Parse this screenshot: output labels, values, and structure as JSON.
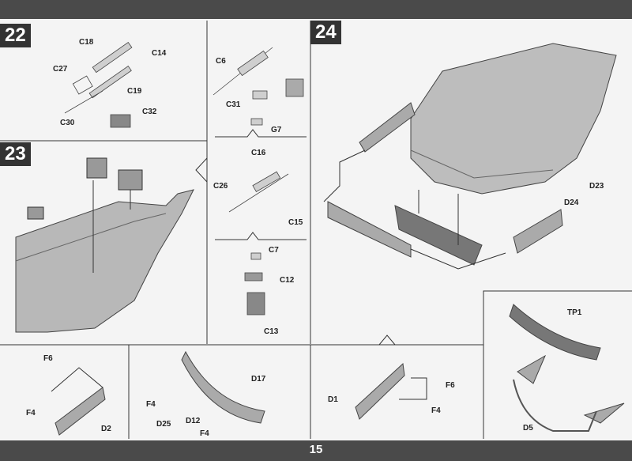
{
  "page_number": "15",
  "steps": [
    {
      "number": "22",
      "parts": [
        "C18",
        "C14",
        "C27",
        "C19",
        "C30",
        "C32"
      ]
    },
    {
      "number": "23",
      "parts": []
    },
    {
      "number": "24",
      "parts": [
        "D23",
        "D24"
      ]
    }
  ],
  "sub_top": {
    "parts": [
      "C6",
      "C31",
      "G7"
    ]
  },
  "sub_mid": {
    "parts": [
      "C16",
      "C26",
      "C15"
    ]
  },
  "sub_low": {
    "parts": [
      "C7",
      "C12",
      "C13"
    ]
  },
  "bottom": {
    "cell1": [
      "F6",
      "F4",
      "D2"
    ],
    "cell2": [
      "F4",
      "D17",
      "D25",
      "D12",
      "F4"
    ],
    "cell3": [
      "F6",
      "D1",
      "F4"
    ],
    "cell4": [
      "TP1",
      "D5"
    ]
  }
}
